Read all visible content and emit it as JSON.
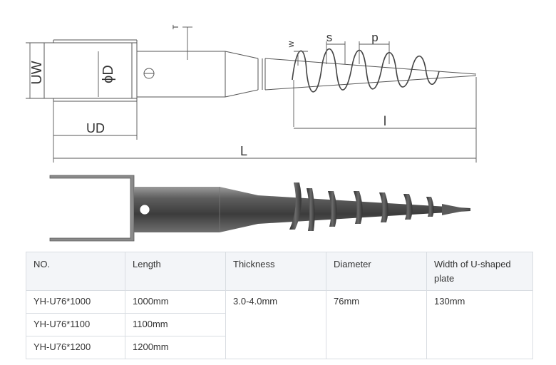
{
  "drawing": {
    "labels": {
      "uw": "UW",
      "d": "ϕD",
      "ud": "UD",
      "l_total": "L",
      "t": "T",
      "w": "w",
      "s": "s",
      "p": "p",
      "l_thread": "l"
    }
  },
  "table": {
    "headers": [
      "NO.",
      "Length",
      "Thickness",
      "Diameter",
      "Width of U-shaped plate"
    ],
    "rows": [
      {
        "no": "YH-U76*1000",
        "length": "1000mm"
      },
      {
        "no": "YH-U76*1100",
        "length": "1100mm"
      },
      {
        "no": "YH-U76*1200",
        "length": "1200mm"
      }
    ],
    "shared": {
      "thickness": "3.0-4.0mm",
      "diameter": "76mm",
      "width": "130mm"
    }
  }
}
